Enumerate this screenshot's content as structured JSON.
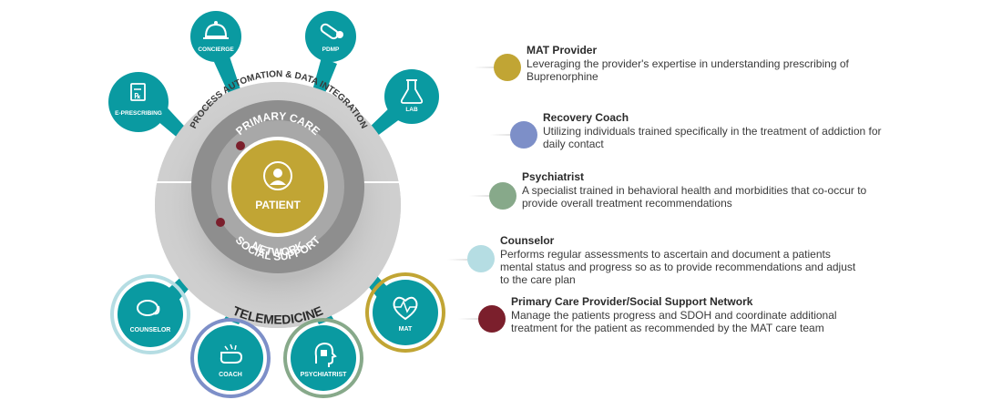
{
  "center": {
    "label": "PATIENT"
  },
  "rings": {
    "primary_care": "PRIMARY CARE",
    "social_support_line1": "SOCIAL SUPPORT",
    "social_support_line2": "NETWORK",
    "process_automation": "PROCESS AUTOMATION & DATA INTEGRATION",
    "telemedicine": "TELEMEDICINE"
  },
  "top_nodes": [
    {
      "id": "concierge",
      "label": "CONCIERGE",
      "icon": "bell-icon"
    },
    {
      "id": "pdmp",
      "label": "PDMP",
      "icon": "pill-icon"
    },
    {
      "id": "e-prescribing",
      "label": "E-PRESCRIBING",
      "icon": "prescription-icon"
    },
    {
      "id": "lab",
      "label": "LAB",
      "icon": "flask-icon"
    }
  ],
  "bottom_nodes": [
    {
      "id": "counselor",
      "label": "COUNSELOR",
      "icon": "chat-icon",
      "ring_color": "#b5dde3"
    },
    {
      "id": "coach",
      "label": "COACH",
      "icon": "whistle-icon",
      "ring_color": "#7d8fc8"
    },
    {
      "id": "psychiatrist",
      "label": "PSYCHIATRIST",
      "icon": "head-puzzle-icon",
      "ring_color": "#87a98a"
    },
    {
      "id": "mat",
      "label": "MAT",
      "icon": "heart-pulse-icon",
      "ring_color": "#c1a534"
    }
  ],
  "legend": [
    {
      "title": "MAT Provider",
      "lines": [
        "Leveraging the provider's expertise in understanding prescribing of",
        "Buprenorphine"
      ],
      "color": "#c1a534"
    },
    {
      "title": "Recovery Coach",
      "lines": [
        "Utilizing individuals trained specifically in the treatment of addiction for",
        "daily contact"
      ],
      "color": "#7d8fc8"
    },
    {
      "title": "Psychiatrist",
      "lines": [
        "A specialist trained in behavioral health and morbidities that co-occur to",
        "provide overall treatment recommendations"
      ],
      "color": "#87a98a"
    },
    {
      "title": "Counselor",
      "lines": [
        "Performs regular assessments to ascertain and document a patients",
        "mental status and progress so as to provide recommendations and adjust",
        "to the care plan"
      ],
      "color": "#b5dde3"
    },
    {
      "title": "Primary Care Provider/Social Support Network",
      "lines": [
        "Manage the patients progress and SDOH and coordinate additional",
        "treatment for the patient as recommended by the MAT care team"
      ],
      "color": "#7b1f2c"
    }
  ],
  "colors": {
    "teal": "#0a9aa1",
    "gold": "#c1a534",
    "maroon": "#7b1f2c",
    "outer_ring": "#bdbdbd",
    "middle_ring": "#8e8e8e"
  }
}
